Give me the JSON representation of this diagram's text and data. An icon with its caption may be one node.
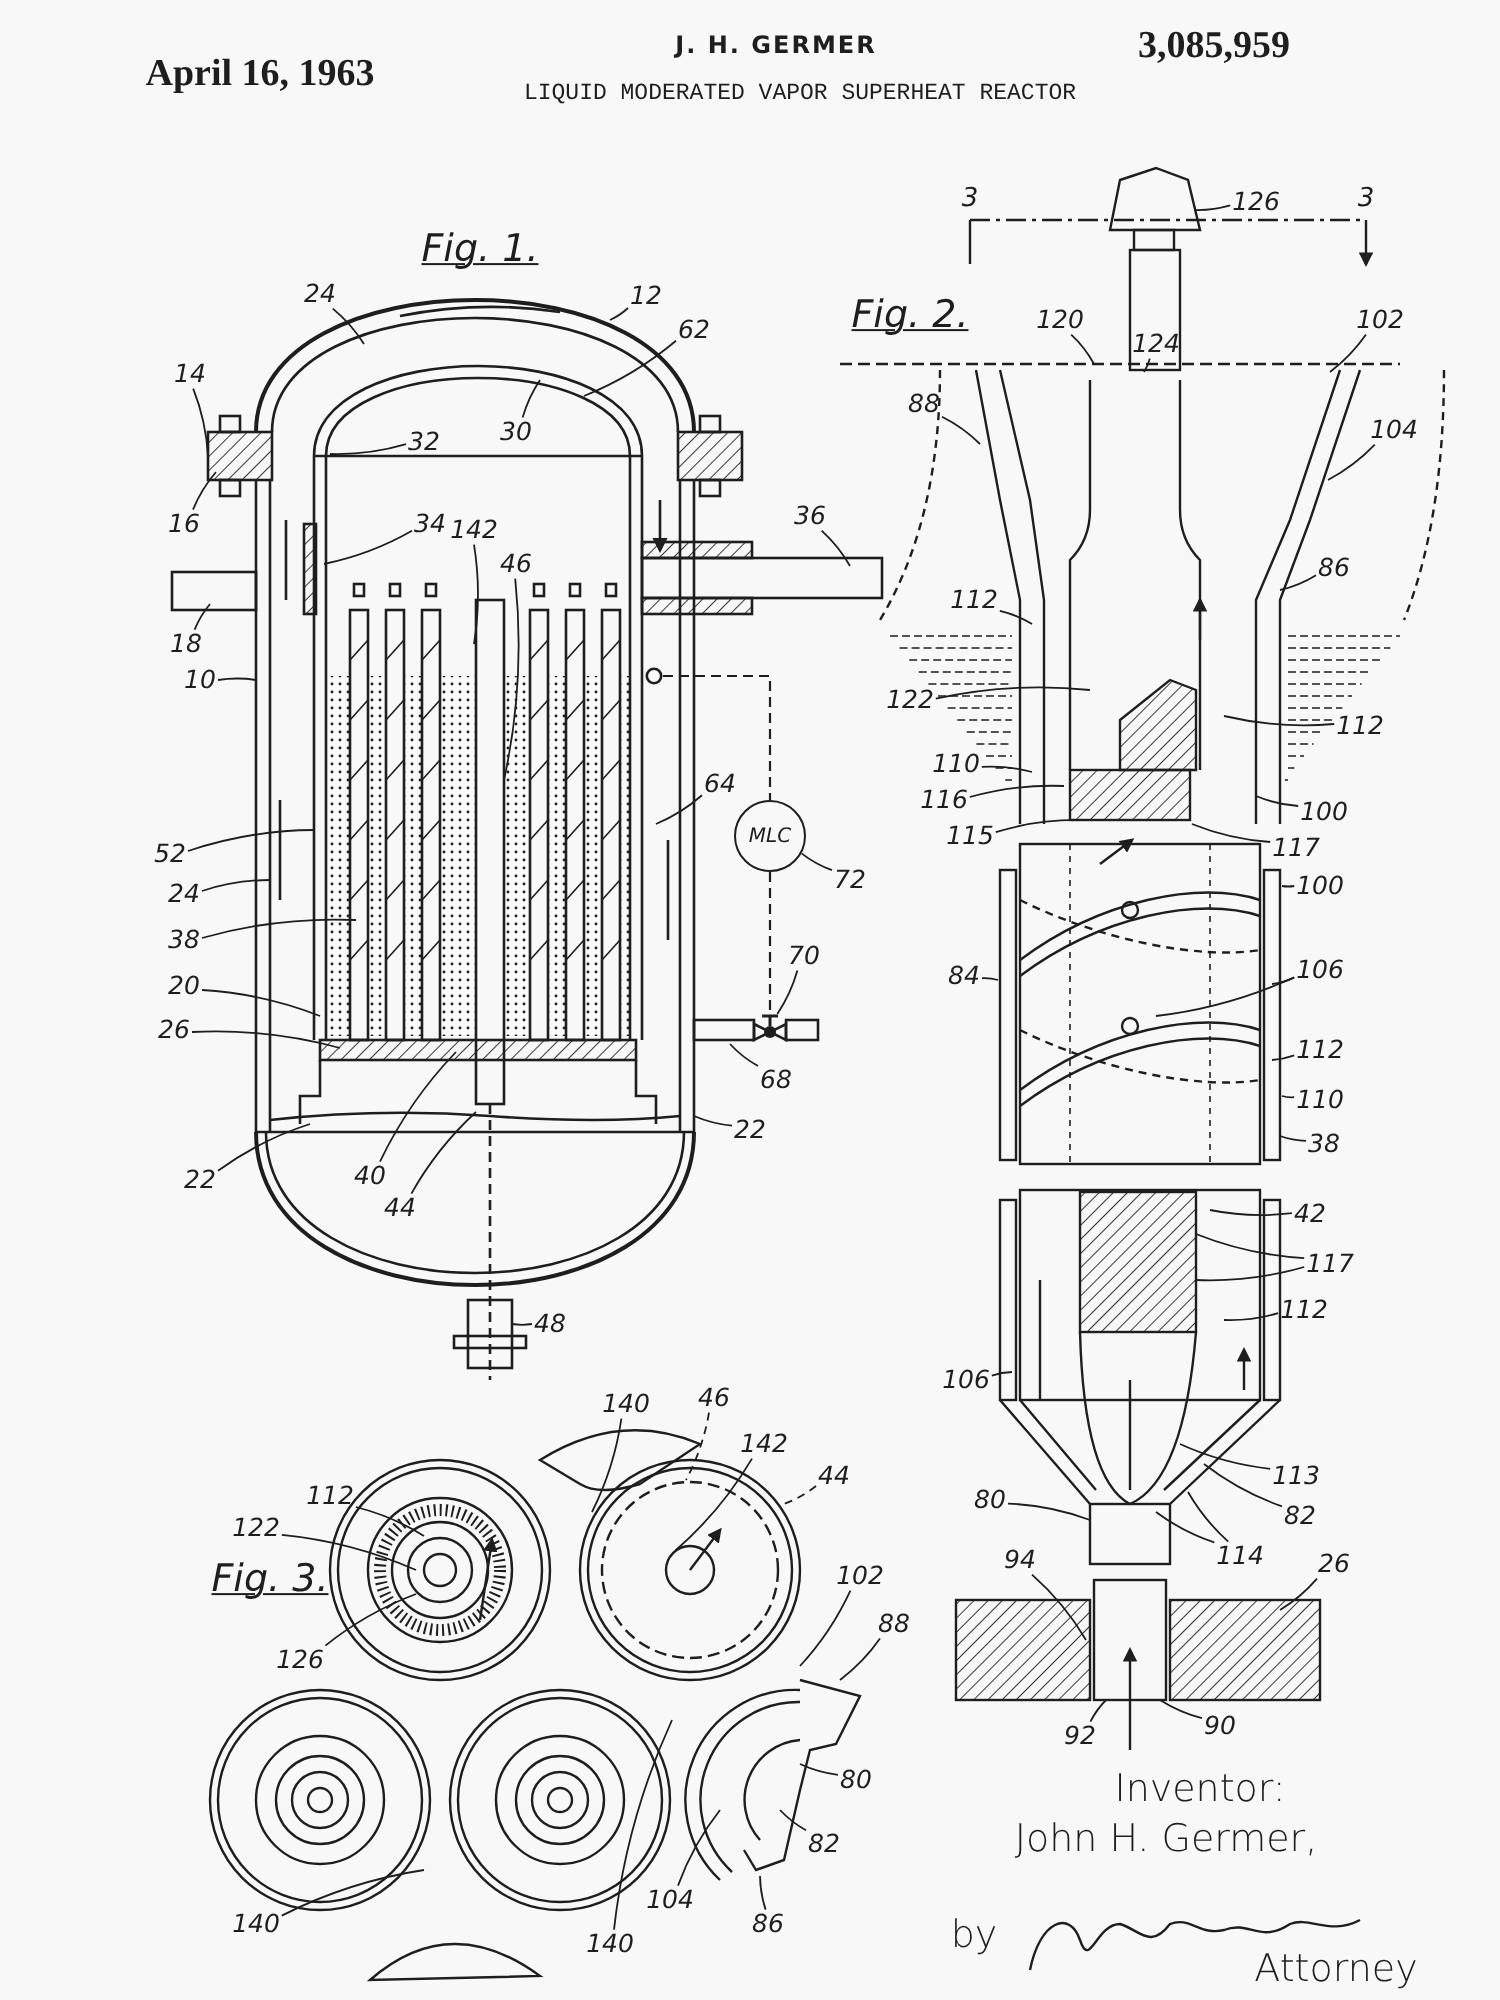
{
  "diagram": {
    "title": "LIQUID MODERATED VAPOR SUPERHEAT REACTOR",
    "nodes": [
      {
        "text": [
          "24"
        ]
      },
      {
        "text": [
          "12"
        ]
      },
      {
        "text": [
          "62"
        ]
      },
      {
        "text": [
          "14"
        ]
      },
      {
        "text": [
          "30"
        ]
      },
      {
        "text": [
          "32"
        ]
      },
      {
        "text": [
          "16"
        ]
      },
      {
        "text": [
          "34"
        ]
      },
      {
        "text": [
          "142"
        ]
      },
      {
        "text": [
          "46"
        ]
      },
      {
        "text": [
          "36"
        ]
      },
      {
        "text": [
          "18"
        ]
      },
      {
        "text": [
          "10"
        ]
      },
      {
        "text": [
          "MLC"
        ]
      },
      {
        "text": [
          "64"
        ]
      },
      {
        "text": [
          "52"
        ]
      },
      {
        "text": [
          "24"
        ]
      },
      {
        "text": [
          "38"
        ]
      },
      {
        "text": [
          "72"
        ]
      },
      {
        "text": [
          "20"
        ]
      },
      {
        "text": [
          "70"
        ]
      },
      {
        "text": [
          "26"
        ]
      },
      {
        "text": [
          "68"
        ]
      },
      {
        "text": [
          "22"
        ]
      },
      {
        "text": [
          "22"
        ]
      },
      {
        "text": [
          "40"
        ]
      },
      {
        "text": [
          "44"
        ]
      },
      {
        "text": [
          "48"
        ]
      },
      {
        "text": [
          "126"
        ]
      },
      {
        "text": [
          "120"
        ]
      },
      {
        "text": [
          "124"
        ]
      },
      {
        "text": [
          "102"
        ]
      },
      {
        "text": [
          "88"
        ]
      },
      {
        "text": [
          "104"
        ]
      },
      {
        "text": [
          "86"
        ]
      },
      {
        "text": [
          "112"
        ]
      },
      {
        "text": [
          "122"
        ]
      },
      {
        "text": [
          "112"
        ]
      },
      {
        "text": [
          "110"
        ]
      },
      {
        "text": [
          "116"
        ]
      },
      {
        "text": [
          "100"
        ]
      },
      {
        "text": [
          "115"
        ]
      },
      {
        "text": [
          "117"
        ]
      },
      {
        "text": [
          "100"
        ]
      },
      {
        "text": [
          "84"
        ]
      },
      {
        "text": [
          "106"
        ]
      },
      {
        "text": [
          "112"
        ]
      },
      {
        "text": [
          "110"
        ]
      },
      {
        "text": [
          "38"
        ]
      },
      {
        "text": [
          "42"
        ]
      },
      {
        "text": [
          "117"
        ]
      },
      {
        "text": [
          "112"
        ]
      },
      {
        "text": [
          "106"
        ]
      },
      {
        "text": [
          "113"
        ]
      },
      {
        "text": [
          "82"
        ]
      },
      {
        "text": [
          "80"
        ]
      },
      {
        "text": [
          "114"
        ]
      },
      {
        "text": [
          "94"
        ]
      },
      {
        "text": [
          "26"
        ]
      },
      {
        "text": [
          "92"
        ]
      },
      {
        "text": [
          "90"
        ]
      },
      {
        "text": [
          "140"
        ]
      },
      {
        "text": [
          "46"
        ]
      },
      {
        "text": [
          "142"
        ]
      },
      {
        "text": [
          "44"
        ]
      },
      {
        "text": [
          "112"
        ]
      },
      {
        "text": [
          "122"
        ]
      },
      {
        "text": [
          "126"
        ]
      },
      {
        "text": [
          "102"
        ]
      },
      {
        "text": [
          "88"
        ]
      },
      {
        "text": [
          "80"
        ]
      },
      {
        "text": [
          "82"
        ]
      },
      {
        "text": [
          "140"
        ]
      },
      {
        "text": [
          "140"
        ]
      },
      {
        "text": [
          "104"
        ]
      },
      {
        "text": [
          "86"
        ]
      },
      {
        "text": [],
        "shape": "circle"
      },
      {
        "text": [],
        "shape": "valve"
      }
    ],
    "edges": [
      {
        "from": 0,
        "to": null,
        "arrow": "none"
      },
      {
        "from": 1,
        "to": null,
        "arrow": "none"
      },
      {
        "from": 2,
        "to": null,
        "arrow": "none"
      },
      {
        "from": 3,
        "to": null,
        "arrow": "none"
      },
      {
        "from": 4,
        "to": null,
        "arrow": "none"
      },
      {
        "from": 5,
        "to": null,
        "arrow": "none"
      },
      {
        "from": 6,
        "to": null,
        "arrow": "none"
      },
      {
        "from": 7,
        "to": null,
        "arrow": "none"
      },
      {
        "from": 8,
        "to": null,
        "arrow": "none"
      },
      {
        "from": 9,
        "to": null,
        "arrow": "none"
      },
      {
        "from": 10,
        "to": null,
        "arrow": "none"
      },
      {
        "from": 11,
        "to": null,
        "arrow": "none"
      },
      {
        "from": 12,
        "to": null,
        "arrow": "none"
      },
      {
        "from": 14,
        "to": null,
        "arrow": "none"
      },
      {
        "from": 15,
        "to": null,
        "arrow": "none"
      },
      {
        "from": 16,
        "to": null,
        "arrow": "none"
      },
      {
        "from": 17,
        "to": null,
        "arrow": "none"
      },
      {
        "from": 18,
        "to": 13,
        "arrow": "none"
      },
      {
        "from": 19,
        "to": null,
        "arrow": "none"
      },
      {
        "from": 20,
        "to": 77,
        "arrow": "none"
      },
      {
        "from": 21,
        "to": null,
        "arrow": "none"
      },
      {
        "from": 22,
        "to": null,
        "arrow": "none"
      },
      {
        "from": 23,
        "to": null,
        "arrow": "none"
      },
      {
        "from": 24,
        "to": null,
        "arrow": "none"
      },
      {
        "from": 25,
        "to": null,
        "arrow": "none"
      },
      {
        "from": 26,
        "to": null,
        "arrow": "none"
      },
      {
        "from": 27,
        "to": null,
        "arrow": "none"
      },
      {
        "from": 28,
        "to": null,
        "arrow": "none"
      },
      {
        "from": 29,
        "to": null,
        "arrow": "none"
      },
      {
        "from": 30,
        "to": null,
        "arrow": "none"
      },
      {
        "from": 31,
        "to": null,
        "arrow": "none"
      },
      {
        "from": 32,
        "to": null,
        "arrow": "none"
      },
      {
        "from": 33,
        "to": null,
        "arrow": "none"
      },
      {
        "from": 34,
        "to": null,
        "arrow": "none"
      },
      {
        "from": 35,
        "to": null,
        "arrow": "none"
      },
      {
        "from": 36,
        "to": null,
        "arrow": "none"
      },
      {
        "from": 37,
        "to": null,
        "arrow": "none"
      },
      {
        "from": 38,
        "to": null,
        "arrow": "none"
      },
      {
        "from": 39,
        "to": null,
        "arrow": "none"
      },
      {
        "from": 40,
        "to": null,
        "arrow": "none"
      },
      {
        "from": 41,
        "to": null,
        "arrow": "none"
      },
      {
        "from": 42,
        "to": null,
        "arrow": "none"
      },
      {
        "from": 43,
        "to": null,
        "arrow": "none"
      },
      {
        "from": 44,
        "to": null,
        "arrow": "none"
      },
      {
        "from": 45,
        "to": null,
        "arrow": "none"
      },
      {
        "from": 45,
        "to": null,
        "arrow": "none"
      },
      {
        "from": 46,
        "to": null,
        "arrow": "none"
      },
      {
        "from": 47,
        "to": null,
        "arrow": "none"
      },
      {
        "from": 48,
        "to": null,
        "arrow": "none"
      },
      {
        "from": 49,
        "to": null,
        "arrow": "none"
      },
      {
        "from": 50,
        "to": null,
        "arrow": "none"
      },
      {
        "from": 50,
        "to": null,
        "arrow": "none"
      },
      {
        "from": 51,
        "to": null,
        "arrow": "none"
      },
      {
        "from": 52,
        "to": null,
        "arrow": "none"
      },
      {
        "from": 53,
        "to": null,
        "arrow": "none"
      },
      {
        "from": 54,
        "to": null,
        "arrow": "none"
      },
      {
        "from": 55,
        "to": null,
        "arrow": "none"
      },
      {
        "from": 56,
        "to": null,
        "arrow": "none"
      },
      {
        "from": 56,
        "to": null,
        "arrow": "none"
      },
      {
        "from": 57,
        "to": null,
        "arrow": "none"
      },
      {
        "from": 58,
        "to": null,
        "arrow": "none"
      },
      {
        "from": 59,
        "to": null,
        "arrow": "none"
      },
      {
        "from": 60,
        "to": null,
        "arrow": "none"
      },
      {
        "from": 61,
        "to": null,
        "arrow": "none"
      },
      {
        "from": 62,
        "to": null,
        "arrow": "none",
        "style": "dashed"
      },
      {
        "from": 63,
        "to": null,
        "arrow": "none"
      },
      {
        "from": 64,
        "to": null,
        "arrow": "none",
        "style": "dashed"
      },
      {
        "from": 65,
        "to": null,
        "arrow": "none"
      },
      {
        "from": 66,
        "to": null,
        "arrow": "none"
      },
      {
        "from": 67,
        "to": null,
        "arrow": "none"
      },
      {
        "from": 68,
        "to": null,
        "arrow": "none"
      },
      {
        "from": 69,
        "to": null,
        "arrow": "none"
      },
      {
        "from": 70,
        "to": null,
        "arrow": "none"
      },
      {
        "from": 71,
        "to": null,
        "arrow": "none"
      },
      {
        "from": 72,
        "to": null,
        "arrow": "none"
      },
      {
        "from": 73,
        "to": null,
        "arrow": "none"
      },
      {
        "from": 74,
        "to": null,
        "arrow": "none"
      },
      {
        "from": 75,
        "to": null,
        "arrow": "none"
      },
      {
        "from": 76,
        "to": 13,
        "arrow": "none",
        "style": "dashed"
      },
      {
        "from": 13,
        "to": 77,
        "arrow": "none",
        "style": "dashed"
      }
    ],
    "labels": [
      "April 16, 1963",
      "J. H. GERMER",
      "3,085,959",
      "Fig. 1.",
      "3",
      "3",
      "Fig. 2.",
      "Fig. 3.",
      "Inventor:",
      "John H. Germer,",
      "by",
      "Attorney"
    ]
  }
}
